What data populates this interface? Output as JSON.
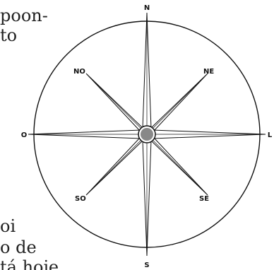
{
  "text_fragments": [
    "poon-",
    "to",
    "oi",
    "o de",
    "tá hoje"
  ],
  "compass": {
    "north": "N",
    "northeast": "NE",
    "east": "L",
    "southeast": "SE",
    "south": "S",
    "southwest": "SO",
    "west": "O",
    "northwest": "NO"
  },
  "colors": {
    "ink": "#111111",
    "background": "#ffffff"
  }
}
